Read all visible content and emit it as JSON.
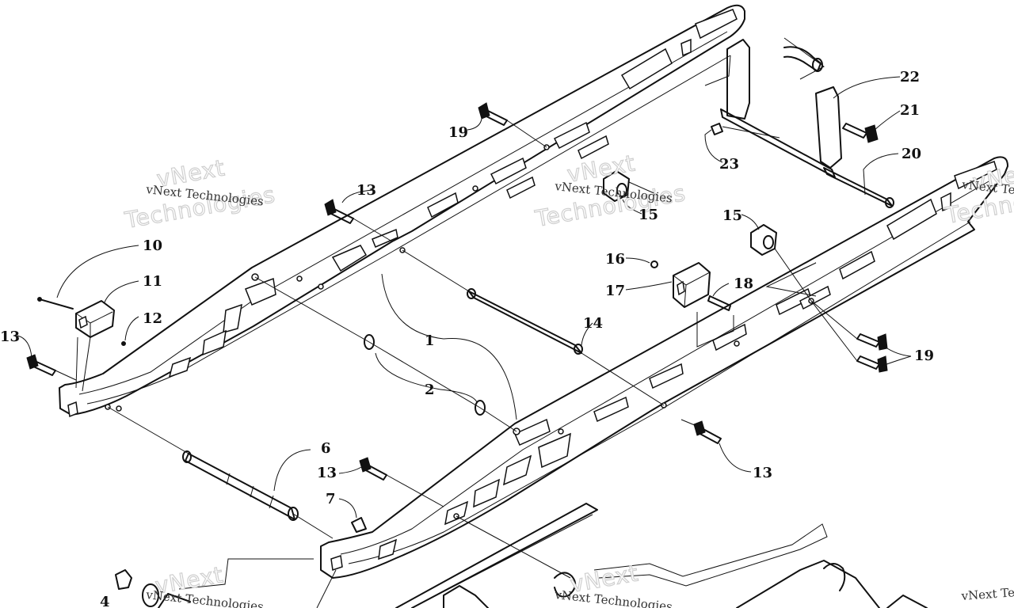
{
  "callouts": [
    {
      "id": "c1",
      "label": "1"
    },
    {
      "id": "c2",
      "label": "2"
    },
    {
      "id": "c4",
      "label": "4"
    },
    {
      "id": "c6",
      "label": "6"
    },
    {
      "id": "c7",
      "label": "7"
    },
    {
      "id": "c10",
      "label": "10"
    },
    {
      "id": "c11",
      "label": "11"
    },
    {
      "id": "c12",
      "label": "12"
    },
    {
      "id": "c13a",
      "label": "13"
    },
    {
      "id": "c13b",
      "label": "13"
    },
    {
      "id": "c13c",
      "label": "13"
    },
    {
      "id": "c13d",
      "label": "13"
    },
    {
      "id": "c14",
      "label": "14"
    },
    {
      "id": "c15a",
      "label": "15"
    },
    {
      "id": "c15b",
      "label": "15"
    },
    {
      "id": "c16",
      "label": "16"
    },
    {
      "id": "c17",
      "label": "17"
    },
    {
      "id": "c18",
      "label": "18"
    },
    {
      "id": "c19a",
      "label": "19"
    },
    {
      "id": "c19b",
      "label": "19"
    },
    {
      "id": "c20",
      "label": "20"
    },
    {
      "id": "c21",
      "label": "21"
    },
    {
      "id": "c22",
      "label": "22"
    },
    {
      "id": "c23",
      "label": "23"
    }
  ],
  "watermark": {
    "company": "vNext Technologies",
    "line1": "vNext",
    "line2": "Technologies"
  }
}
